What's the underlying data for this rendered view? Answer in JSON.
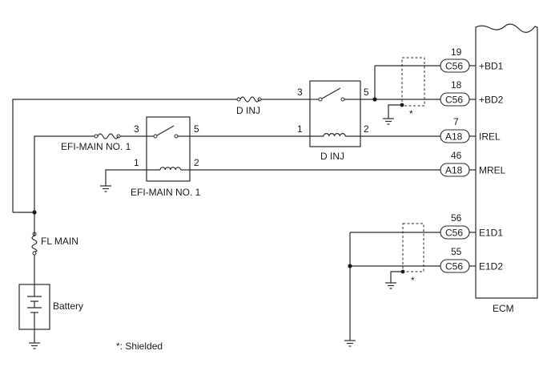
{
  "ecm": {
    "label": "ECM",
    "terminals": [
      {
        "pin": "19",
        "connector": "C56",
        "signal": "+BD1"
      },
      {
        "pin": "18",
        "connector": "C56",
        "signal": "+BD2"
      },
      {
        "pin": "7",
        "connector": "A18",
        "signal": "IREL"
      },
      {
        "pin": "46",
        "connector": "A18",
        "signal": "MREL"
      },
      {
        "pin": "56",
        "connector": "C56",
        "signal": "E1D1"
      },
      {
        "pin": "55",
        "connector": "C56",
        "signal": "E1D2"
      }
    ]
  },
  "relays": {
    "dinj": {
      "label": "D INJ",
      "pins": [
        "3",
        "5",
        "1",
        "2"
      ]
    },
    "efi_main": {
      "label": "EFI-MAIN NO. 1",
      "pins": [
        "3",
        "5",
        "1",
        "2"
      ]
    }
  },
  "fuses": {
    "dinj": "D INJ",
    "efi_main": "EFI-MAIN NO. 1",
    "fl_main": "FL MAIN"
  },
  "battery": {
    "label": "Battery"
  },
  "shield_marks": [
    "*",
    "*"
  ],
  "note": "*: Shielded"
}
